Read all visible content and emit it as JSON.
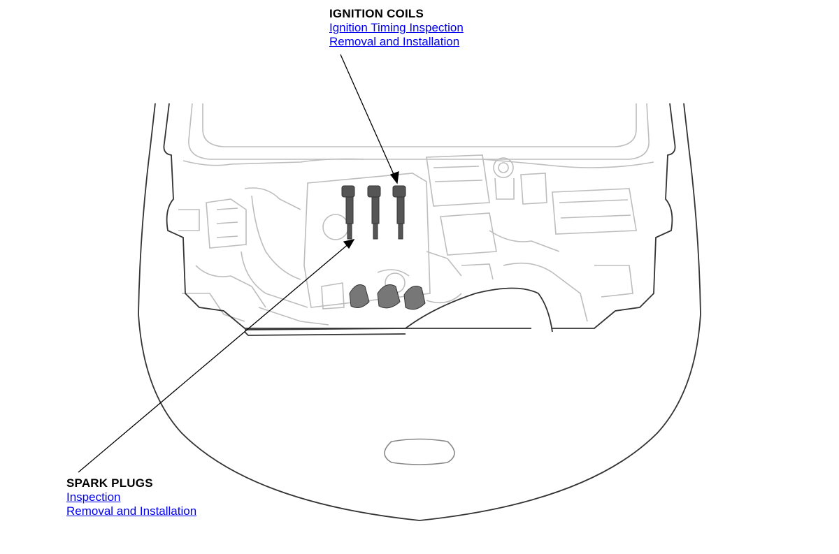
{
  "callouts": {
    "ignition_coils": {
      "title": "IGNITION COILS",
      "links": [
        "Ignition Timing Inspection",
        "Removal and Installation"
      ]
    },
    "spark_plugs": {
      "title": "SPARK PLUGS",
      "links": [
        "Inspection",
        "Removal and Installation"
      ]
    }
  },
  "colors": {
    "link": "#0000ee",
    "outline": "#333333",
    "detail": "#bdbdbd",
    "component": "#555555"
  }
}
